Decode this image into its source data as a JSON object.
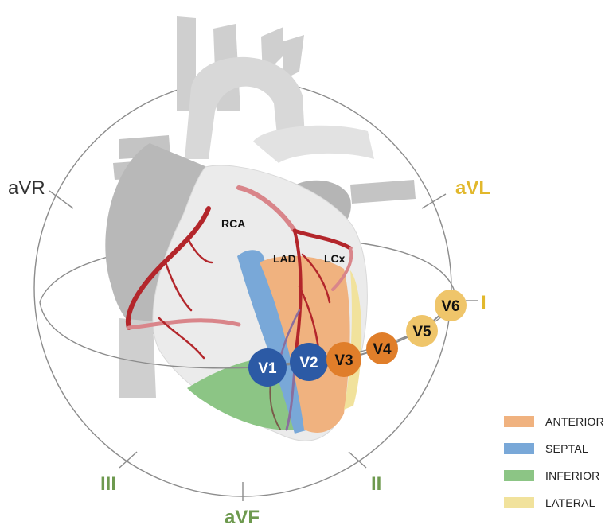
{
  "colors": {
    "anterior": "#F0B27F",
    "septal": "#79A8D8",
    "inferior": "#8CC585",
    "lateral": "#F1E29C",
    "artery": "#B3262B",
    "heart_fill": "#E6E6E6",
    "heart_dark": "#BDBDBD",
    "vessel": "#D2D2D2",
    "limb_gray": "#333333",
    "limb_green": "#6E9A4F",
    "limb_yellow": "#E2B82C",
    "v_dark_blue": "#2C5AA5",
    "v_orange": "#E07E2A",
    "v_light": "#EFC56A"
  },
  "limb_leads": {
    "avr": "aVR",
    "avl": "aVL",
    "i": "I",
    "ii": "II",
    "iii": "III",
    "avf": "aVF"
  },
  "arteries": {
    "rca": "RCA",
    "lad": "LAD",
    "lcx": "LCx"
  },
  "precordial": {
    "v1": "V1",
    "v2": "V2",
    "v3": "V3",
    "v4": "V4",
    "v5": "V5",
    "v6": "V6"
  },
  "legend": [
    {
      "label": "ANTERIOR",
      "color": "#F0B27F"
    },
    {
      "label": "SEPTAL",
      "color": "#79A8D8"
    },
    {
      "label": "INFERIOR",
      "color": "#8CC585"
    },
    {
      "label": "LATERAL",
      "color": "#F1E29C"
    }
  ]
}
